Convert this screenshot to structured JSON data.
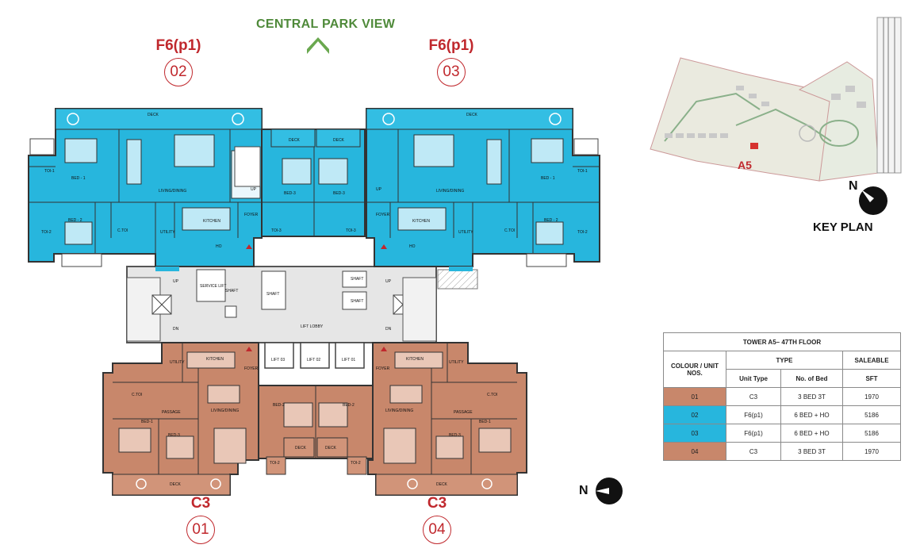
{
  "view_label": "CENTRAL PARK VIEW",
  "units": {
    "u02": {
      "type": "F6(p1)",
      "number": "02"
    },
    "u03": {
      "type": "F6(p1)",
      "number": "03"
    },
    "u01": {
      "type": "C3",
      "number": "01"
    },
    "u04": {
      "type": "C3",
      "number": "04"
    }
  },
  "colors": {
    "blue_unit": "#27b6dd",
    "orange_unit": "#c8876b",
    "core_grey": "#e6e6e6",
    "accent_red": "#c0282d",
    "view_green": "#6aa84f"
  },
  "rooms": {
    "deck": "DECK",
    "bed1": "BED - 1",
    "bed2": "BED - 2",
    "bed3": "BED-3",
    "bed_1": "BED-1",
    "bed_2": "BED-2",
    "bed_3": "BED-3",
    "living": "LIVING/DINING",
    "kitchen": "KITCHEN",
    "utility": "UTILITY",
    "foyer": "FOYER",
    "ctoi": "C.TOI",
    "toi1": "TOI-1",
    "toi2": "TOI-2",
    "toi3": "TOI-3",
    "ho": "HO",
    "passage": "PASSAGE",
    "service_lift": "SERVICE LIFT",
    "shaft": "SHAFT",
    "lift_lobby": "LIFT LOBBY",
    "lift01": "LIFT 01",
    "lift02": "LIFT 02",
    "lift03": "LIFT 03",
    "up": "UP",
    "dn": "DN"
  },
  "key_plan": {
    "title": "KEY PLAN",
    "tower_label": "A5",
    "north": "N"
  },
  "north_main": "N",
  "table": {
    "title": "TOWER A5– 47TH FLOOR",
    "headers": {
      "colour": "COLOUR / UNIT NOS.",
      "type": "TYPE",
      "saleable": "SALEABLE",
      "unit_type": "Unit Type",
      "bed": "No. of Bed",
      "sft": "SFT"
    },
    "rows": [
      {
        "no": "01",
        "unit_type": "C3",
        "bed": "3 BED  3T",
        "sft": "1970",
        "color": "#c8876b"
      },
      {
        "no": "02",
        "unit_type": "F6(p1)",
        "bed": "6 BED + HO",
        "sft": "5186",
        "color": "#27b6dd"
      },
      {
        "no": "03",
        "unit_type": "F6(p1)",
        "bed": "6 BED + HO",
        "sft": "5186",
        "color": "#27b6dd"
      },
      {
        "no": "04",
        "unit_type": "C3",
        "bed": "3 BED  3T",
        "sft": "1970",
        "color": "#c8876b"
      }
    ]
  }
}
